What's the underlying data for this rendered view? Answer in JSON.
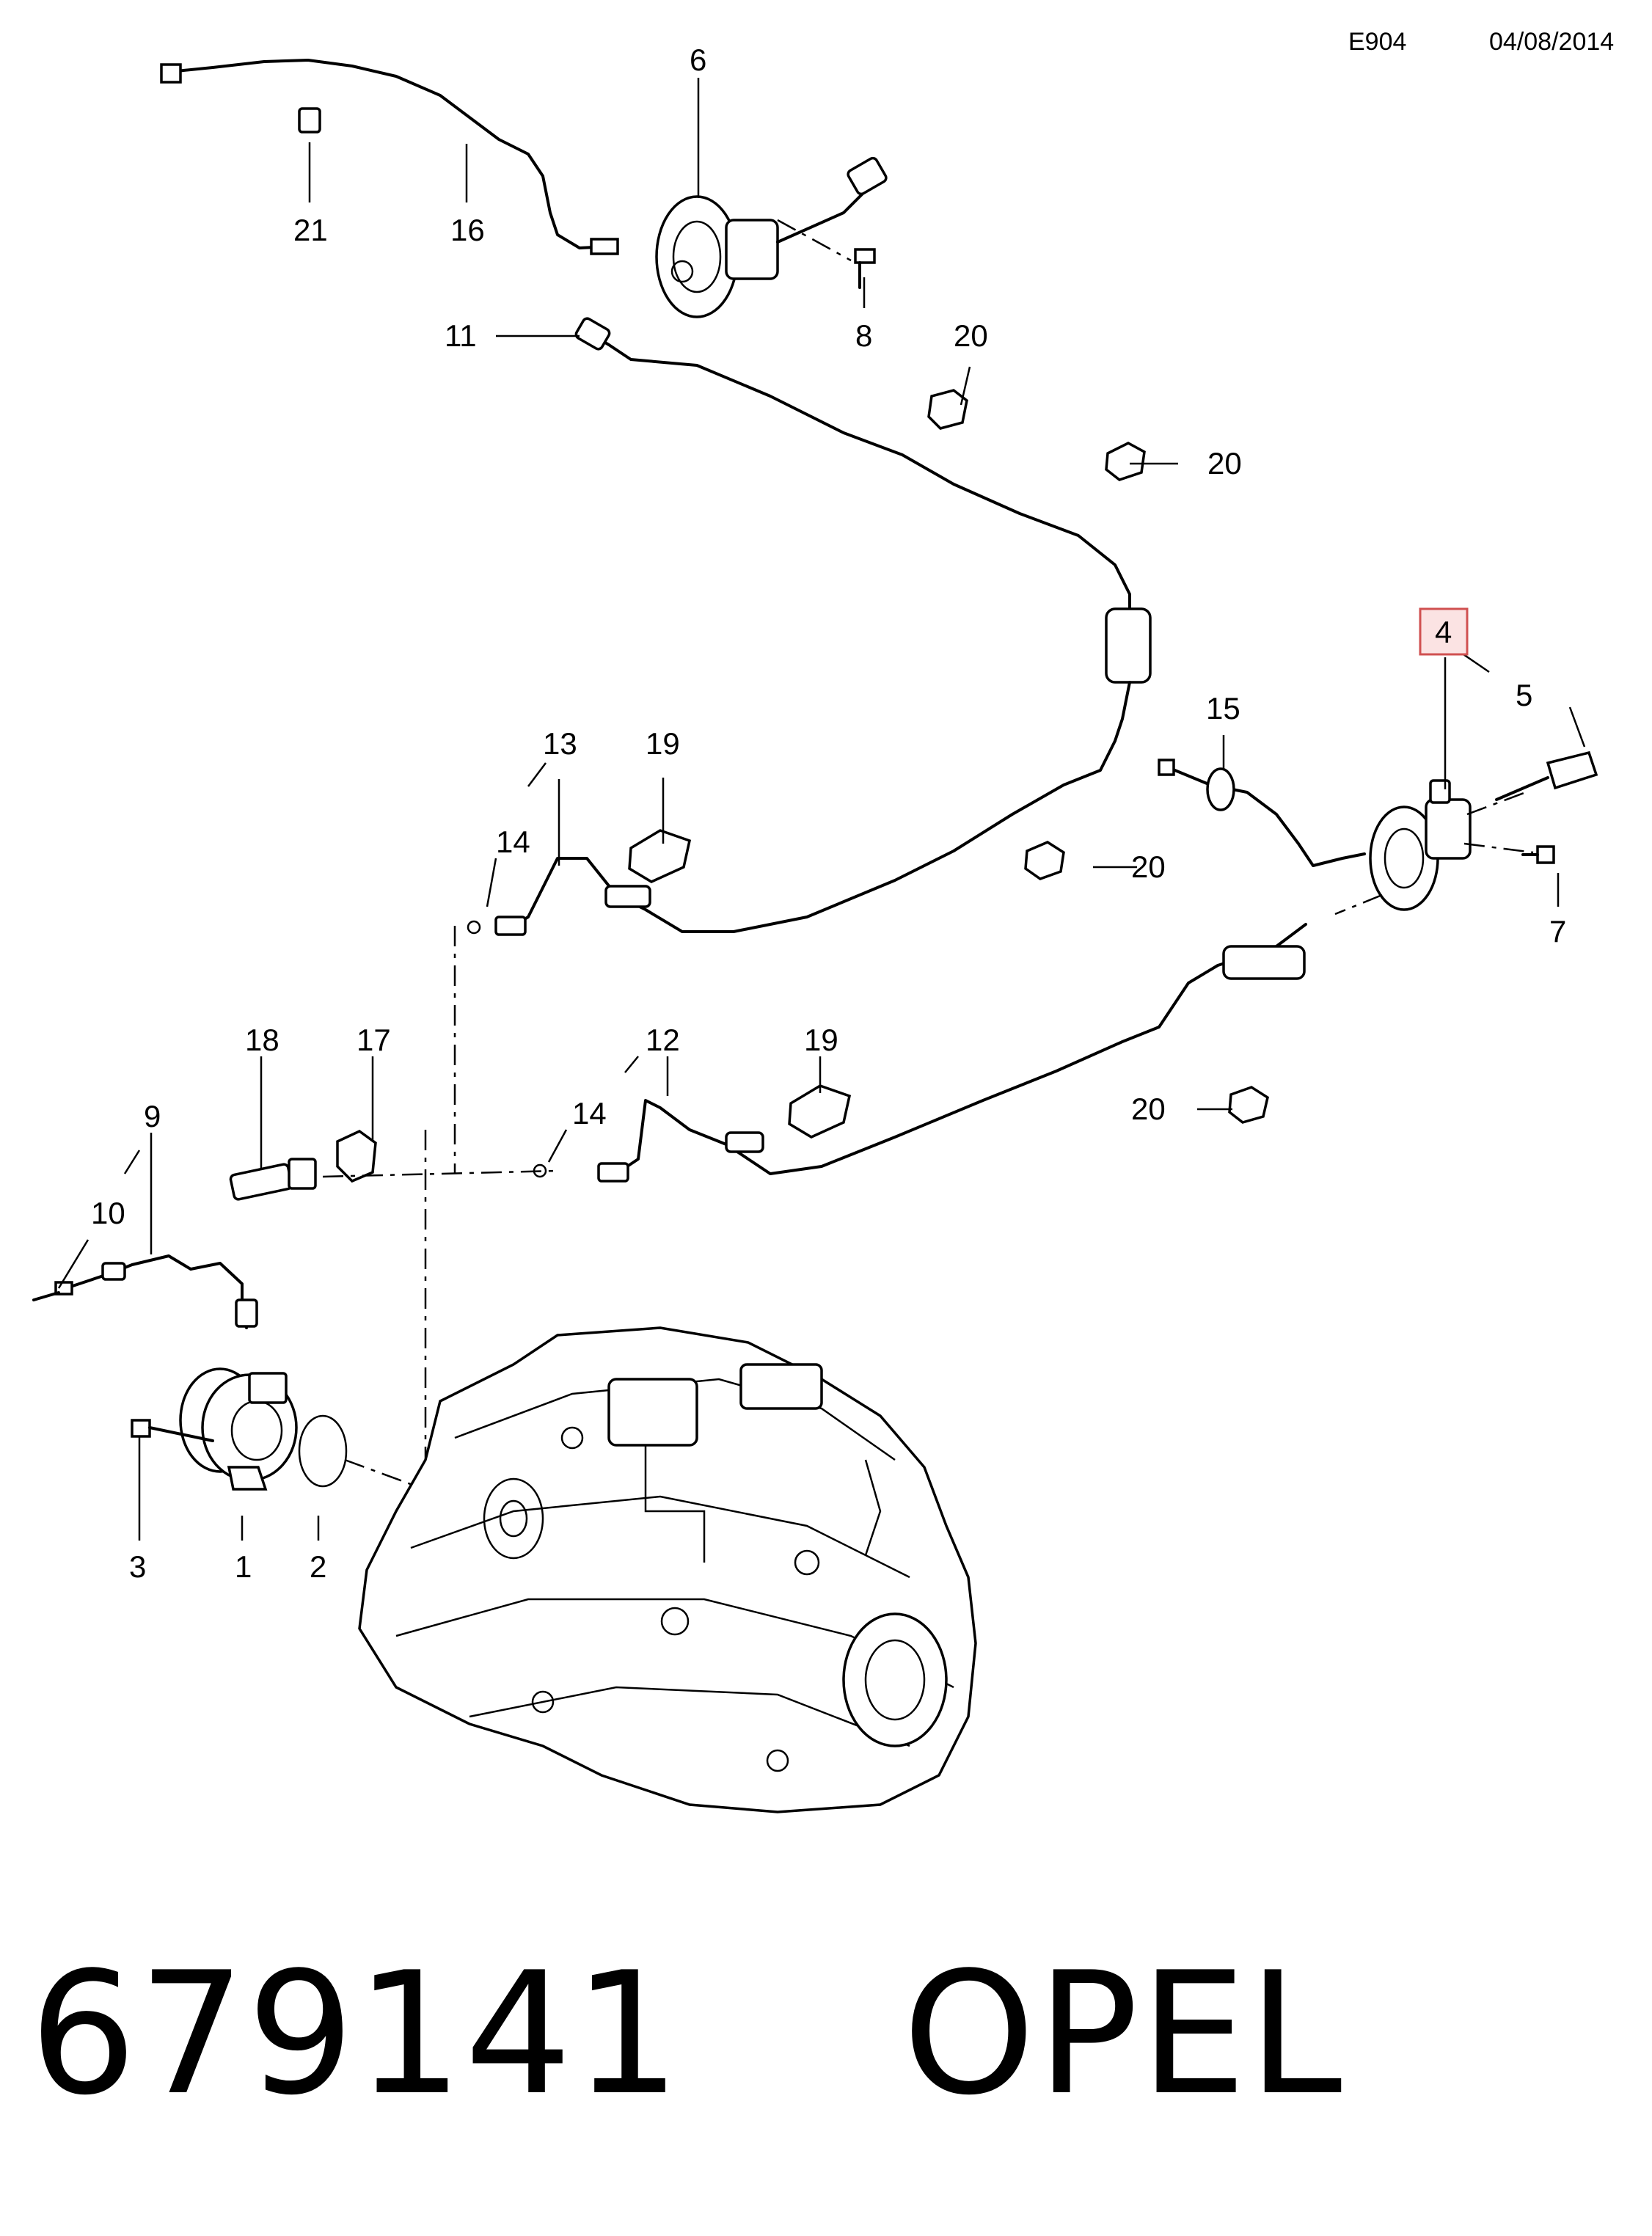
{
  "header": {
    "code": "E904",
    "date": "04/08/2014"
  },
  "callouts": {
    "c1": "1",
    "c2": "2",
    "c3": "3",
    "c4": "4",
    "c5": "5",
    "c6": "6",
    "c7": "7",
    "c8": "8",
    "c9": "9",
    "c10": "10",
    "c11": "11",
    "c12": "12",
    "c13": "13",
    "c14a": "14",
    "c14b": "14",
    "c15": "15",
    "c16": "16",
    "c17": "17",
    "c18": "18",
    "c19a": "19",
    "c19b": "19",
    "c20a": "20",
    "c20b": "20",
    "c20c": "20",
    "c20d": "20",
    "c21": "21"
  },
  "highlighted_callout": "4",
  "footer": {
    "part_number": "679141",
    "brand": "OPEL"
  }
}
